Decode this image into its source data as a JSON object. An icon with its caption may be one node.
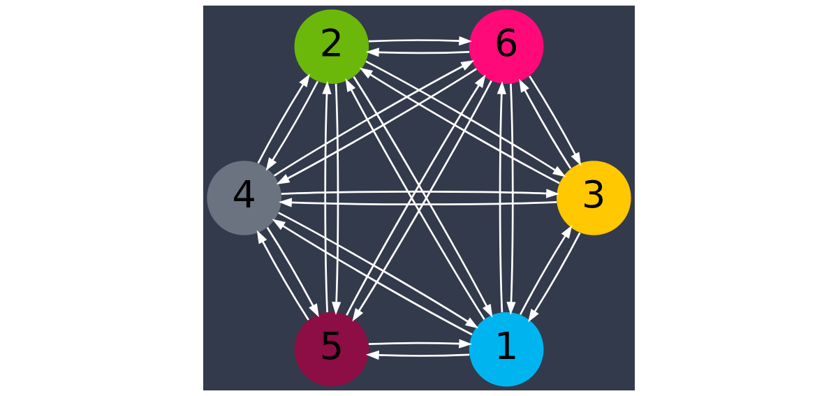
{
  "diagram": {
    "nodes": [
      {
        "text": [
          "1"
        ]
      },
      {
        "text": [
          "2"
        ]
      },
      {
        "text": [
          "3"
        ]
      },
      {
        "text": [
          "4"
        ]
      },
      {
        "text": [
          "5"
        ]
      },
      {
        "text": [
          "6"
        ]
      }
    ],
    "edges": [
      {
        "from": 0,
        "to": 1,
        "arrow": "to"
      },
      {
        "from": 1,
        "to": 0,
        "arrow": "to"
      },
      {
        "from": 1,
        "to": 2,
        "arrow": "to"
      },
      {
        "from": 2,
        "to": 1,
        "arrow": "to"
      },
      {
        "from": 2,
        "to": 3,
        "arrow": "to"
      },
      {
        "from": 3,
        "to": 2,
        "arrow": "to"
      },
      {
        "from": 3,
        "to": 4,
        "arrow": "to"
      },
      {
        "from": 4,
        "to": 3,
        "arrow": "to"
      },
      {
        "from": 4,
        "to": 5,
        "arrow": "to"
      },
      {
        "from": 5,
        "to": 4,
        "arrow": "to"
      },
      {
        "from": 5,
        "to": 0,
        "arrow": "to"
      },
      {
        "from": 0,
        "to": 5,
        "arrow": "to"
      },
      {
        "from": 0,
        "to": 2,
        "arrow": "to"
      },
      {
        "from": 2,
        "to": 0,
        "arrow": "to"
      },
      {
        "from": 0,
        "to": 3,
        "arrow": "to"
      },
      {
        "from": 3,
        "to": 0,
        "arrow": "to"
      },
      {
        "from": 0,
        "to": 4,
        "arrow": "to"
      },
      {
        "from": 4,
        "to": 0,
        "arrow": "to"
      },
      {
        "from": 1,
        "to": 3,
        "arrow": "to"
      },
      {
        "from": 3,
        "to": 1,
        "arrow": "to"
      },
      {
        "from": 1,
        "to": 4,
        "arrow": "to"
      },
      {
        "from": 4,
        "to": 1,
        "arrow": "to"
      },
      {
        "from": 1,
        "to": 5,
        "arrow": "to"
      },
      {
        "from": 5,
        "to": 1,
        "arrow": "to"
      },
      {
        "from": 2,
        "to": 5,
        "arrow": "to"
      },
      {
        "from": 5,
        "to": 2,
        "arrow": "to"
      },
      {
        "from": 3,
        "to": 5,
        "arrow": "to"
      },
      {
        "from": 5,
        "to": 3,
        "arrow": "to"
      }
    ]
  }
}
